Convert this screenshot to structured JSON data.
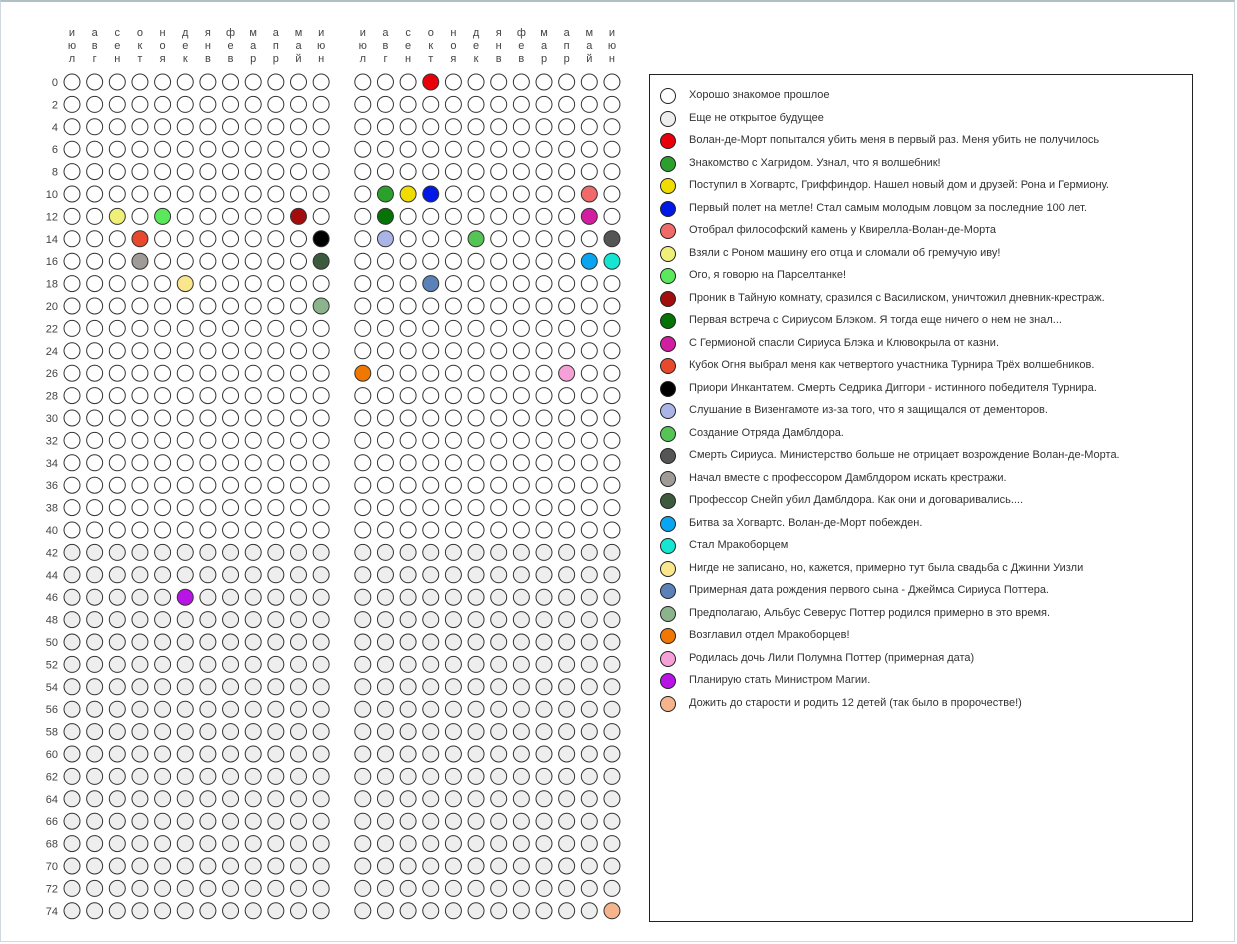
{
  "chart_data": {
    "type": "life-calendar",
    "months_header": [
      "июл",
      "авг",
      "сен",
      "окт",
      "ноя",
      "дек",
      "янв",
      "фев",
      "мар",
      "апр",
      "май",
      "июн"
    ],
    "row_labels": [
      "0",
      "2",
      "4",
      "6",
      "8",
      "10",
      "12",
      "14",
      "16",
      "18",
      "20",
      "22",
      "24",
      "26",
      "28",
      "30",
      "32",
      "34",
      "36",
      "38",
      "40",
      "42",
      "44",
      "46",
      "48",
      "50",
      "52",
      "54",
      "56",
      "58",
      "60",
      "62",
      "64",
      "66",
      "68",
      "70",
      "72",
      "74"
    ],
    "future_from_row_label": "42",
    "colors": {
      "past": "#ffffff",
      "future": "#eeeeee",
      "stroke": "#333333"
    },
    "legend": [
      {
        "color": "#ffffff",
        "label": "Хорошо знакомое прошлое"
      },
      {
        "color": "#eeeeee",
        "label": "Еще не открытое будущее"
      },
      {
        "color": "#e8000b",
        "label": "Волан-де-Морт попытался убить меня в первый раз. Меня убить не получилось"
      },
      {
        "color": "#2ca02c",
        "label": "Знакомство с Хагридом. Узнал, что я волшебник!"
      },
      {
        "color": "#f0dc00",
        "label": "Поступил в Хогвартс, Гриффиндор. Нашел новый дом и друзей: Рона и Гермиону."
      },
      {
        "color": "#0019e6",
        "label": "Первый полет на метле! Стал самым молодым ловцом за последние 100 лет."
      },
      {
        "color": "#f06a6a",
        "label": "Отобрал философский камень у Квирелла-Волан-де-Морта"
      },
      {
        "color": "#f0f078",
        "label": "Взяли с Роном машину его отца и сломали об гремучую иву!"
      },
      {
        "color": "#5ce85c",
        "label": "Ого, я говорю на Парселтанке!"
      },
      {
        "color": "#a30d0d",
        "label": "Проник в Тайную комнату, сразился с Василиском, уничтожил дневник-крестраж."
      },
      {
        "color": "#067306",
        "label": "Первая встреча с Сириусом Блэком. Я тогда еще ничего о нем не знал..."
      },
      {
        "color": "#d21ea0",
        "label": "С Гермионой спасли Сириуса Блэка и Клювокрыла от казни."
      },
      {
        "color": "#e8482b",
        "label": "Кубок Огня выбрал меня как четвертого участника Турнира Трёх волшебников."
      },
      {
        "color": "#000000",
        "label": "Приори Инкантатем. Смерть Седрика Диггори - истинного победителя Турнира."
      },
      {
        "color": "#aab4e6",
        "label": "Слушание в Визенгамоте из-за того, что я защищался от дементоров."
      },
      {
        "color": "#55c455",
        "label": "Создание Отряда Дамблдора."
      },
      {
        "color": "#555555",
        "label": "Смерть Сириуса. Министерство больше не отрицает возрождение Волан-де-Морта."
      },
      {
        "color": "#a09b96",
        "label": "Начал вместе с профессором Дамблдором искать крестражи."
      },
      {
        "color": "#3d5a3d",
        "label": "Профессор Снейп убил Дамблдора. Как они и договаривались...."
      },
      {
        "color": "#0aa5f0",
        "label": "Битва за Хогвартс. Волан-де-Морт побежден."
      },
      {
        "color": "#14e6d2",
        "label": "Стал Мракоборцем"
      },
      {
        "color": "#fae68c",
        "label": "Нигде не записано, но, кажется, примерно тут была свадьба с Джинни Уизли"
      },
      {
        "color": "#5a82b9",
        "label": "Примерная дата рождения первого сына - Джеймса Сириуса Поттера."
      },
      {
        "color": "#8cb48c",
        "label": "Предполагаю, Альбус Северус Поттер родился примерно в это время."
      },
      {
        "color": "#f07800",
        "label": "Возглавил отдел Мракоборцев!"
      },
      {
        "color": "#f5a0d7",
        "label": "Родилась дочь Лили Полумна Поттер (примерная дата)"
      },
      {
        "color": "#b914e6",
        "label": "Планирую стать Министром Магии."
      },
      {
        "color": "#f5b48c",
        "label": "Дожить до старости и родить 12 детей (так было в пророчестве!)"
      }
    ],
    "events": [
      {
        "row_label": "0",
        "month": "окт",
        "year_in_row": 2,
        "color": "#e8000b"
      },
      {
        "row_label": "10",
        "month": "авг",
        "year_in_row": 2,
        "color": "#2ca02c"
      },
      {
        "row_label": "10",
        "month": "сен",
        "year_in_row": 2,
        "color": "#f0dc00"
      },
      {
        "row_label": "10",
        "month": "окт",
        "year_in_row": 2,
        "color": "#0019e6"
      },
      {
        "row_label": "10",
        "month": "май",
        "year_in_row": 2,
        "color": "#f06a6a"
      },
      {
        "row_label": "12",
        "month": "сен",
        "year_in_row": 1,
        "color": "#f0f078"
      },
      {
        "row_label": "12",
        "month": "ноя",
        "year_in_row": 1,
        "color": "#5ce85c"
      },
      {
        "row_label": "12",
        "month": "май",
        "year_in_row": 1,
        "color": "#a30d0d"
      },
      {
        "row_label": "12",
        "month": "авг",
        "year_in_row": 2,
        "color": "#067306"
      },
      {
        "row_label": "12",
        "month": "май",
        "year_in_row": 2,
        "color": "#d21ea0"
      },
      {
        "row_label": "14",
        "month": "окт",
        "year_in_row": 1,
        "color": "#e8482b"
      },
      {
        "row_label": "14",
        "month": "июн",
        "year_in_row": 1,
        "color": "#000000"
      },
      {
        "row_label": "14",
        "month": "авг",
        "year_in_row": 2,
        "color": "#aab4e6"
      },
      {
        "row_label": "14",
        "month": "дек",
        "year_in_row": 2,
        "color": "#55c455"
      },
      {
        "row_label": "14",
        "month": "июн",
        "year_in_row": 2,
        "color": "#555555"
      },
      {
        "row_label": "16",
        "month": "окт",
        "year_in_row": 1,
        "color": "#a09b96"
      },
      {
        "row_label": "16",
        "month": "июн",
        "year_in_row": 1,
        "color": "#3d5a3d"
      },
      {
        "row_label": "16",
        "month": "май",
        "year_in_row": 2,
        "color": "#0aa5f0"
      },
      {
        "row_label": "16",
        "month": "июн",
        "year_in_row": 2,
        "color": "#14e6d2"
      },
      {
        "row_label": "18",
        "month": "дек",
        "year_in_row": 1,
        "color": "#fae68c"
      },
      {
        "row_label": "18",
        "month": "окт",
        "year_in_row": 2,
        "color": "#5a82b9"
      },
      {
        "row_label": "20",
        "month": "июн",
        "year_in_row": 1,
        "color": "#8cb48c"
      },
      {
        "row_label": "26",
        "month": "июл",
        "year_in_row": 2,
        "color": "#f07800"
      },
      {
        "row_label": "26",
        "month": "апр",
        "year_in_row": 2,
        "color": "#f5a0d7"
      },
      {
        "row_label": "46",
        "month": "дек",
        "year_in_row": 1,
        "color": "#b914e6"
      },
      {
        "row_label": "74",
        "month": "июн",
        "year_in_row": 2,
        "color": "#f5b48c"
      }
    ]
  }
}
